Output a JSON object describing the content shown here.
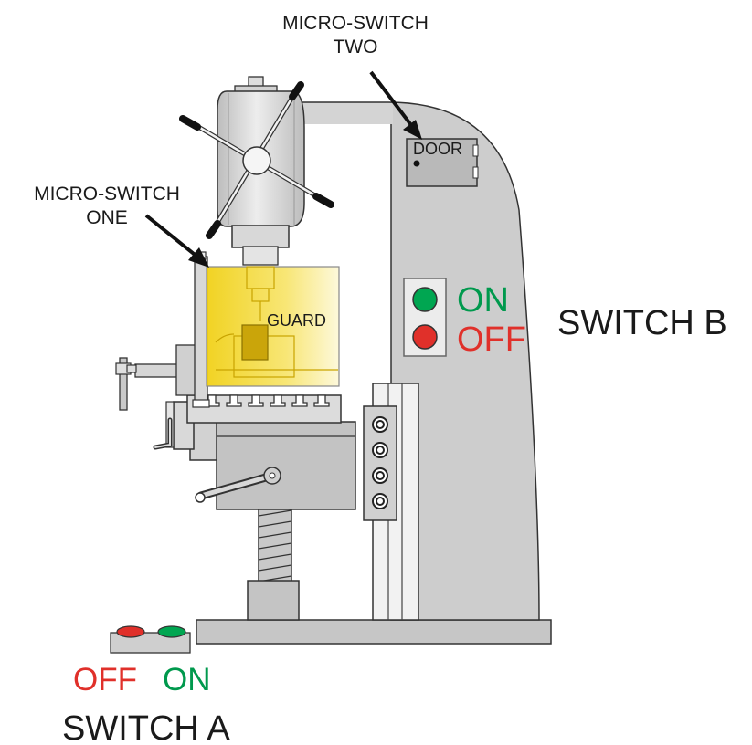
{
  "labels": {
    "micro_switch_two": [
      "MICRO-SWITCH",
      "TWO"
    ],
    "micro_switch_one": [
      "MICRO-SWITCH",
      "ONE"
    ],
    "door": "DOOR",
    "guard": "GUARD",
    "switch_b": {
      "on": "ON",
      "off": "OFF",
      "name": "SWITCH B"
    },
    "switch_a": {
      "off": "OFF",
      "on": "ON",
      "name": "SWITCH A"
    }
  },
  "colors": {
    "on": "#00994d",
    "off": "#e0302a",
    "machine_grey": "#c8c8c8",
    "guard_yellow": "#f2d829"
  }
}
